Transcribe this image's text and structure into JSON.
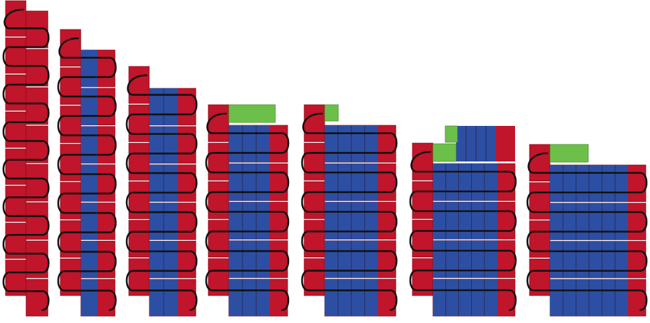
{
  "figure": {
    "description_free": true,
    "colors": {
      "red": "#c0152a",
      "blue": "#2d4fa3",
      "green": "#6cc04a",
      "path": "#111111",
      "divider": "#2a2a55",
      "gap": "#ffffff"
    },
    "stages": [
      {
        "id": 1,
        "blue_columns": 0,
        "green_blocks": 0
      },
      {
        "id": 2,
        "blue_columns": 1,
        "green_blocks": 0
      },
      {
        "id": 3,
        "blue_columns": 2,
        "green_blocks": 0
      },
      {
        "id": 4,
        "blue_columns": 3,
        "green_blocks": 1
      },
      {
        "id": 5,
        "blue_columns": 4,
        "green_blocks": 1
      },
      {
        "id": 6,
        "blue_columns": 5,
        "green_blocks": 2
      },
      {
        "id": 7,
        "blue_columns": 6,
        "green_blocks": 1
      }
    ]
  }
}
